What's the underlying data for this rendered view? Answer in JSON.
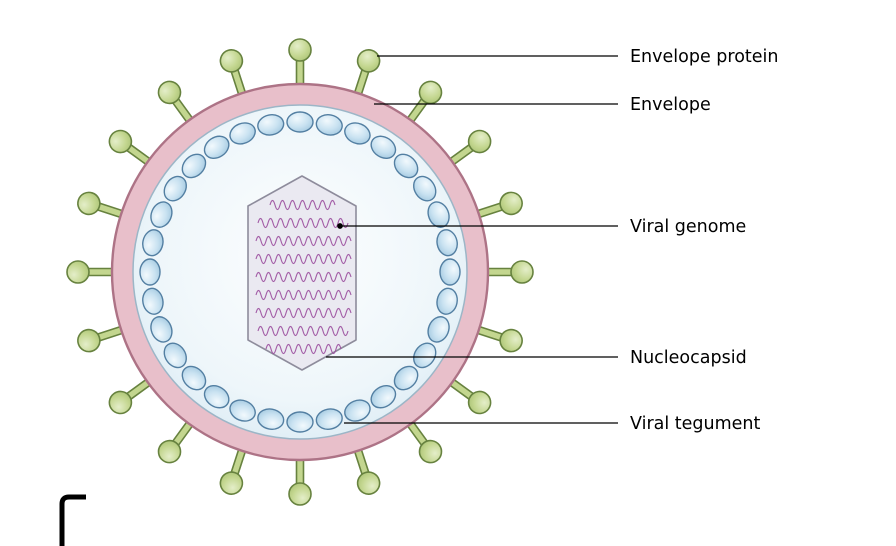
{
  "figure": {
    "type": "virus-structure-diagram",
    "labels": [
      {
        "id": "envelope-protein",
        "text": "Envelope protein"
      },
      {
        "id": "envelope",
        "text": "Envelope"
      },
      {
        "id": "viral-genome",
        "text": "Viral genome"
      },
      {
        "id": "nucleocapsid",
        "text": "Nucleocapsid"
      },
      {
        "id": "viral-tegument",
        "text": "Viral tegument"
      }
    ]
  },
  "colors": {
    "spike_fill": "#c3d68f",
    "spike_stroke": "#67823f",
    "envelope_fill": "#e8bfca",
    "envelope_stroke": "#ad7386",
    "interior_stroke": "#9cb6c7",
    "interior_center": "#fdfeff",
    "interior_edge": "#d9eaf4",
    "tegument_fill": "#c9e2f1",
    "tegument_stroke": "#537fa2",
    "capsid_fill": "#eae9f1",
    "capsid_stroke": "#8e8c9c",
    "genome_stroke": "#9c4f9f",
    "leader_line": "#000000",
    "corner_mark": "#000000",
    "label_text": "#000000",
    "background": "#ffffff"
  }
}
